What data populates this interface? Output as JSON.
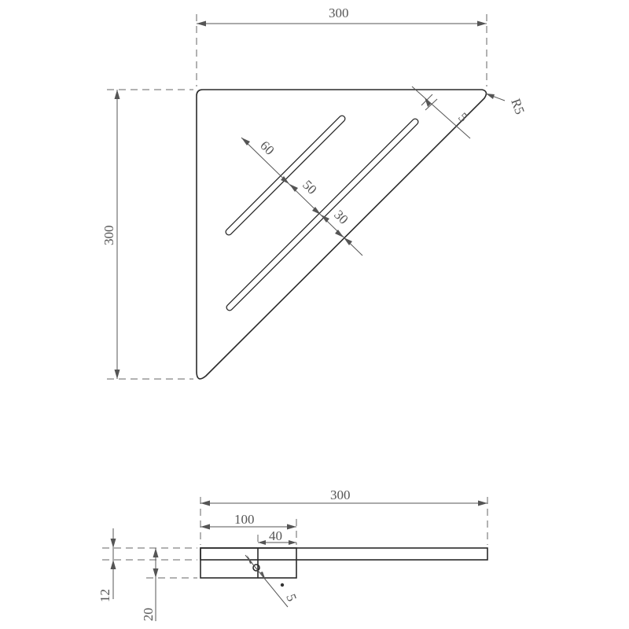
{
  "top_view": {
    "width": "300",
    "height": "300",
    "corner_radius": "R5",
    "rim": "5",
    "slot_spacing_1": "60",
    "slot_spacing_2": "50",
    "edge_margin": "30"
  },
  "side_view": {
    "length": "300",
    "bracket_length": "100",
    "bracket_offset": "40",
    "plate_thickness": "12",
    "bracket_height": "20",
    "hole_diameter": "5"
  }
}
